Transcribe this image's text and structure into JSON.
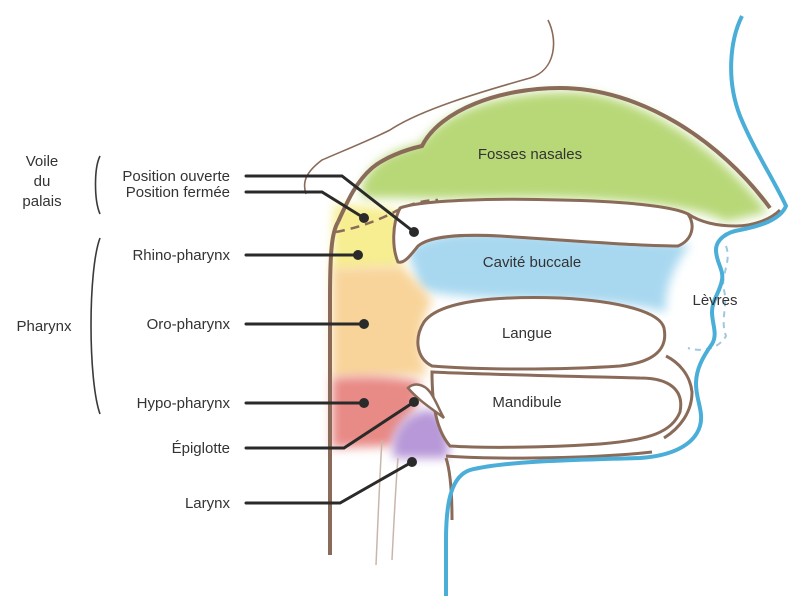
{
  "groups": {
    "voile": [
      "Voile",
      "du",
      "palais"
    ],
    "pharynx": "Pharynx"
  },
  "labels": {
    "position_ouverte": "Position ouverte",
    "position_fermee": "Position fermée",
    "rhino_pharynx": "Rhino-pharynx",
    "oro_pharynx": "Oro-pharynx",
    "hypo_pharynx": "Hypo-pharynx",
    "epiglotte": "Épiglotte",
    "larynx": "Larynx"
  },
  "regions": {
    "fosses_nasales": "Fosses nasales",
    "cavite_buccale": "Cavité buccale",
    "langue": "Langue",
    "mandibule": "Mandibule",
    "levres": "Lèvres"
  },
  "colors": {
    "nasal": "#b8d878",
    "buccal": "#a8d8f0",
    "rhino": "#f6ee90",
    "oro": "#f8d49a",
    "hypo": "#e88a86",
    "larynx": "#b898d8",
    "wall": "#8a6a58",
    "skin": "#4aaed8"
  }
}
